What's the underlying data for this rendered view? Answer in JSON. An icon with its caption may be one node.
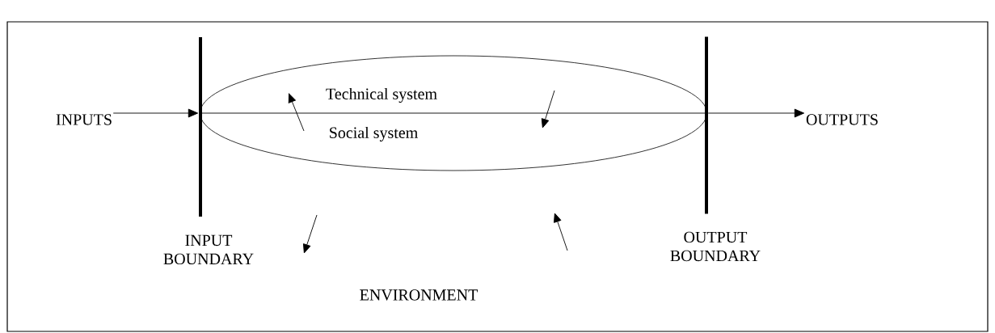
{
  "diagram": {
    "nodes": [
      {
        "text": [
          "INPUTS"
        ]
      },
      {
        "text": [],
        "shape": "bar",
        "beside": [
          "INPUT BOUNDARY"
        ]
      },
      {
        "text": [
          "Technical system",
          "Social system"
        ]
      },
      {
        "text": [],
        "shape": "bar",
        "beside": [
          "OUTPUT BOUNDARY"
        ]
      },
      {
        "text": [
          "OUTPUTS"
        ]
      }
    ],
    "edges": [
      {
        "from": 0,
        "to": 1,
        "arrow": "to"
      },
      {
        "from": 3,
        "to": 4,
        "arrow": "to"
      }
    ],
    "labels": [
      "ENVIRONMENT"
    ]
  }
}
